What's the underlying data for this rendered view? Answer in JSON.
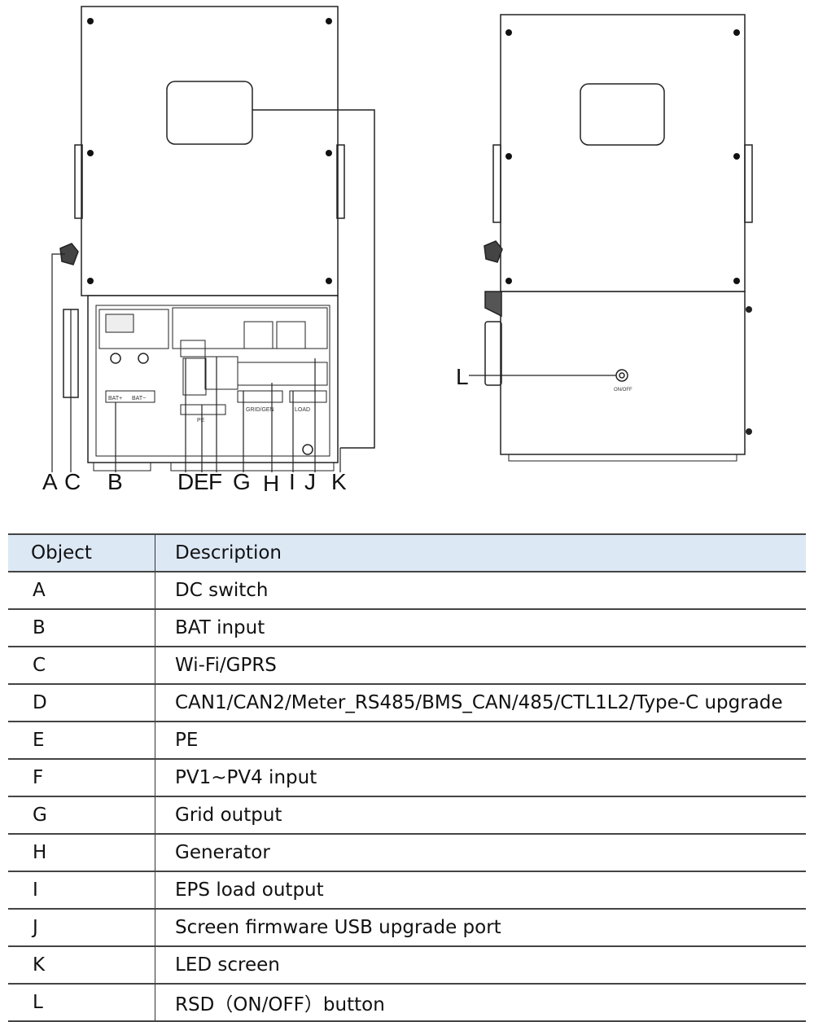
{
  "diagram": {
    "callout_labels": [
      "A",
      "C",
      "B",
      "D",
      "E",
      "F",
      "G",
      "H",
      "I",
      "J",
      "K"
    ],
    "front_view_labels": {
      "bat_plus": "BAT+",
      "bat_minus": "BAT−",
      "pe": "PE",
      "grid_gen": "GRID/GEN",
      "load": "LOAD"
    },
    "side_view": {
      "callout_label": "L",
      "button_label": "ON/OFF"
    }
  },
  "table": {
    "headers": {
      "object": "Object",
      "description": "Description"
    },
    "header_bg": "#dde8f5",
    "rows": [
      {
        "object": "A",
        "description": "DC switch"
      },
      {
        "object": "B",
        "description": "BAT input"
      },
      {
        "object": "C",
        "description": "Wi-Fi/GPRS"
      },
      {
        "object": "D",
        "description": "CAN1/CAN2/Meter_RS485/BMS_CAN/485/CTL1L2/Type-C upgrade"
      },
      {
        "object": "E",
        "description": "PE"
      },
      {
        "object": "F",
        "description": "PV1~PV4 input"
      },
      {
        "object": "G",
        "description": "Grid output"
      },
      {
        "object": "H",
        "description": "Generator"
      },
      {
        "object": "I",
        "description": "EPS load output"
      },
      {
        "object": "J",
        "description": "Screen firmware USB upgrade port"
      },
      {
        "object": "K",
        "description": "LED screen"
      },
      {
        "object": "L",
        "description": "RSD（ON/OFF）button"
      }
    ]
  }
}
